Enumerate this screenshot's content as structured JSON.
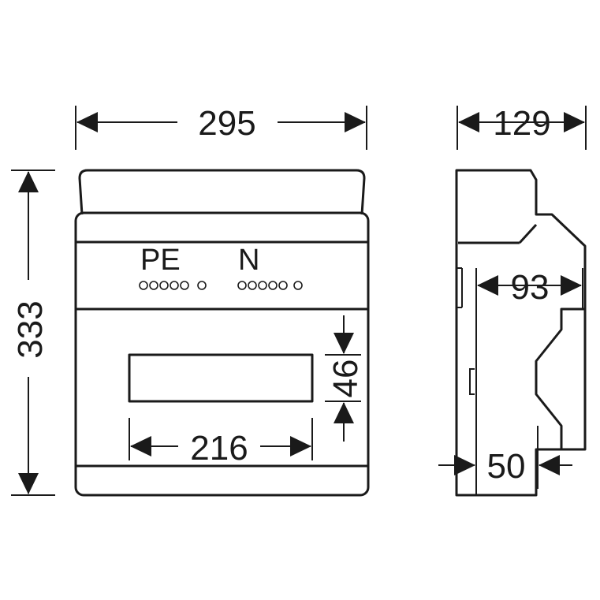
{
  "dimensions": {
    "width": "295",
    "height": "333",
    "depth": "129",
    "window_width": "216",
    "window_height": "46",
    "inner_depth": "93",
    "rail_depth": "50"
  },
  "labels": {
    "pe": "PE",
    "n": "N"
  }
}
